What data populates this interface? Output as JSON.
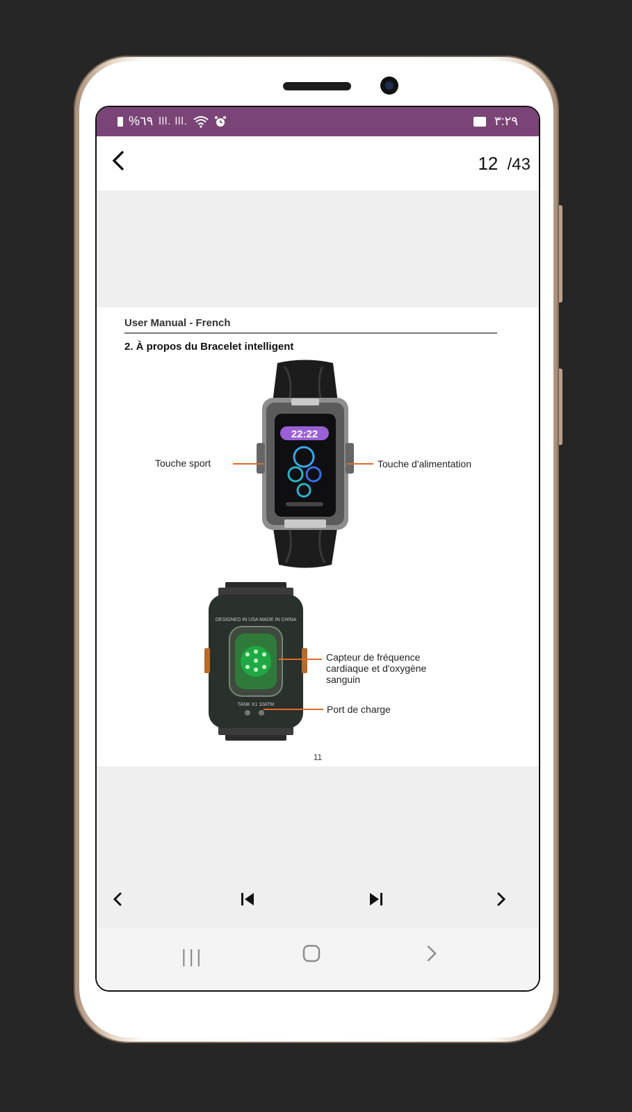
{
  "status_bar": {
    "battery": "%٦٩",
    "signal": "lll. lll.",
    "time": "٣:٢٩",
    "icons": [
      "battery-icon",
      "signal-icon",
      "wifi-icon",
      "alarm-icon",
      "image-icon"
    ]
  },
  "app_bar": {
    "back_icon": "chevron-left-icon",
    "current_page": "12",
    "total_pages": "/43"
  },
  "document": {
    "header": "User Manual - French",
    "section_title": "2.  À propos du Bracelet intelligent",
    "watch_time": "22:22",
    "front_labels": {
      "left": "Touche sport",
      "right": "Touche d'alimentation"
    },
    "back_labels": {
      "sensor": "Capteur de fréquence\ncardiaque et d'oxygène\nsanguin",
      "charge": "Port de charge"
    },
    "back_engraving_top": "DESIGNED IN USA MADE IN CHINA",
    "back_engraving_bottom": "TANK X1 10ATM",
    "page_number": "11"
  },
  "pager": {
    "prev": "‹",
    "first": "first-page-icon",
    "last": "last-page-icon",
    "next": "›"
  },
  "system_nav": {
    "recents": "|||",
    "home": "home-icon",
    "back": "back-icon"
  },
  "colors": {
    "status_bar": "#7a4576",
    "callout_line": "#e06a2a",
    "viewer_bg": "#efefef"
  }
}
